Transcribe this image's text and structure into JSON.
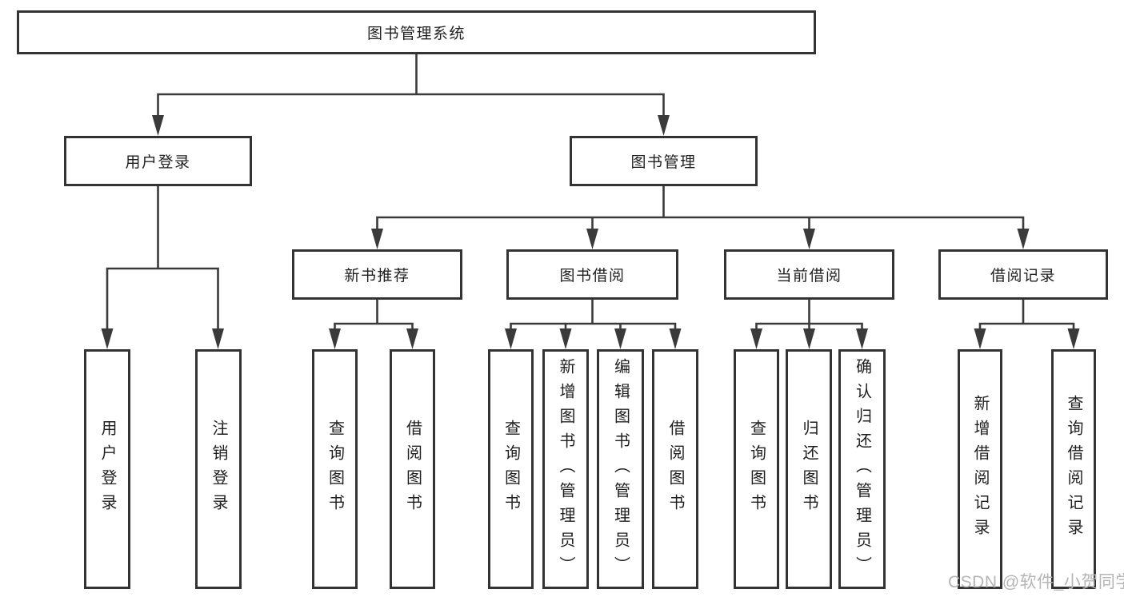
{
  "tree": {
    "root": {
      "label": "图书管理系统"
    },
    "branches": [
      {
        "label": "用户登录",
        "children": [
          {
            "label": "用户登录"
          },
          {
            "label": "注销登录"
          }
        ]
      },
      {
        "label": "图书管理",
        "children": [
          {
            "label": "新书推荐",
            "children": [
              {
                "label": "查询图书"
              },
              {
                "label": "借阅图书"
              }
            ]
          },
          {
            "label": "图书借阅",
            "children": [
              {
                "label": "查询图书"
              },
              {
                "label": "新增图书（管理员）"
              },
              {
                "label": "编辑图书（管理员）"
              },
              {
                "label": "借阅图书"
              }
            ]
          },
          {
            "label": "当前借阅",
            "children": [
              {
                "label": "查询图书"
              },
              {
                "label": "归还图书"
              },
              {
                "label": "确认归还（管理员）"
              }
            ]
          },
          {
            "label": "借阅记录",
            "children": [
              {
                "label": "新增借阅记录"
              },
              {
                "label": "查询借阅记录"
              }
            ]
          }
        ]
      }
    ]
  },
  "watermark": "CSDN @软件_小贺同学",
  "colors": {
    "line": "#3a3a3a",
    "border": "#333333",
    "fill": "#ffffff",
    "text": "#1f1f1f",
    "watermark": "#b5b5b5",
    "background": "#ffffff"
  }
}
